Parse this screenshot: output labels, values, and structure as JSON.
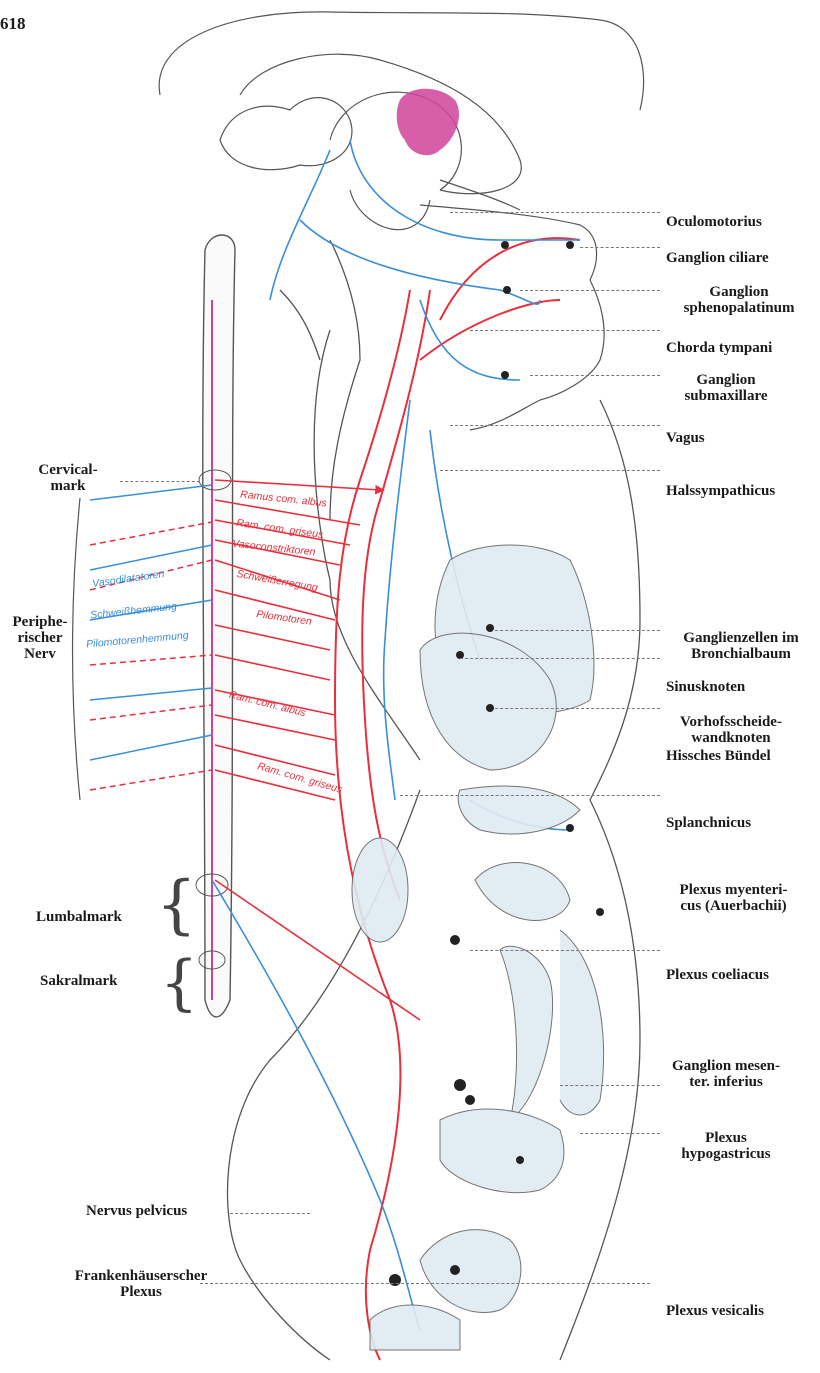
{
  "page_number": "618",
  "right_labels": {
    "oculomotorius": "Oculomotorius",
    "ganglion_ciliare": "Ganglion ciliare",
    "ganglion_spheno_1": "Ganglion",
    "ganglion_spheno_2": "sphenopalatinum",
    "chorda_tympani": "Chorda tympani",
    "ganglion_submax_1": "Ganglion",
    "ganglion_submax_2": "submaxillare",
    "vagus": "Vagus",
    "halssympathicus": "Halssympathicus",
    "ganglienzellen_1": "Ganglienzellen im",
    "ganglienzellen_2": "Bronchialbaum",
    "sinusknoten": "Sinusknoten",
    "vorhof_1": "Vorhofsscheide-",
    "vorhof_2": "wandknoten",
    "hissches": "Hissches Bündel",
    "splanchnicus": "Splanchnicus",
    "plexus_myent_1": "Plexus myenteri-",
    "plexus_myent_2": "cus (Auerbachii)",
    "plexus_coeliacus": "Plexus coeliacus",
    "ganglion_mes_1": "Ganglion mesen-",
    "ganglion_mes_2": "ter. inferius",
    "plexus_hypo_1": "Plexus",
    "plexus_hypo_2": "hypogastricus",
    "plexus_vesicalis": "Plexus vesicalis"
  },
  "left_labels": {
    "cervical_1": "Cervical-",
    "cervical_2": "mark",
    "periph_1": "Periphe-",
    "periph_2": "rischer",
    "periph_3": "Nerv",
    "lumbalmark": "Lumbalmark",
    "sakralmark": "Sakralmark",
    "nervus_pelvicus": "Nervus pelvicus",
    "franken_1": "Frankenhäuserscher",
    "franken_2": "Plexus"
  },
  "fiber_labels": {
    "ramus_com_albus": "Ramus com. albus",
    "ram_com_griseus": "Ram. com. griseus",
    "vasoconstriktoren": "Vasoconstriktoren",
    "vasodilatatoren": "Vasodilatatoren",
    "schweissregung": "Schweißerregung",
    "schweisshemmung": "Schweißhemmung",
    "pilomotoren": "Pilomotoren",
    "pilomotorenhemmung": "Pilomotorenhemmung",
    "rami_com_albus_2": "Ram. com. albus",
    "ram_com_griseus_2": "Ram. com. griseus"
  },
  "colors": {
    "sympathetic": "#e8303c",
    "parasympathetic": "#3a8fd6",
    "outline": "#555555",
    "pituitary": "#d0439a",
    "organ_fill": "#dfeaf2"
  }
}
